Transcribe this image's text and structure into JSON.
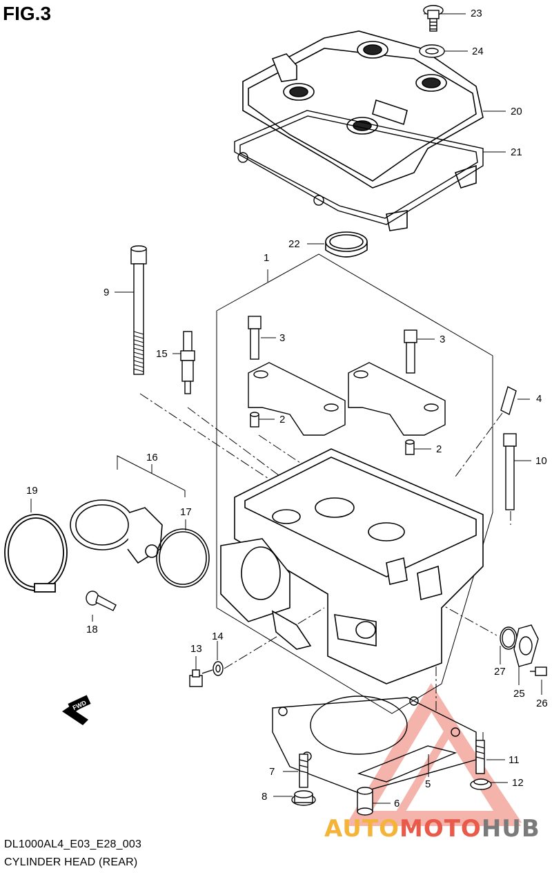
{
  "figure": {
    "title": "FIG.3",
    "diagram_code": "DL1000AL4_E03_E28_003",
    "caption": "CYLINDER HEAD (REAR)",
    "direction_label": "FWD"
  },
  "watermark": {
    "part1": "AUTO",
    "part2": "MOTO",
    "part3": "HUB",
    "color1": "#f4b43a",
    "color2": "#e85a4a",
    "color3": "#7a7a7a"
  },
  "callouts": [
    {
      "id": "c1",
      "label": "1"
    },
    {
      "id": "c2a",
      "label": "2"
    },
    {
      "id": "c2b",
      "label": "2"
    },
    {
      "id": "c3a",
      "label": "3"
    },
    {
      "id": "c3b",
      "label": "3"
    },
    {
      "id": "c4",
      "label": "4"
    },
    {
      "id": "c5",
      "label": "5"
    },
    {
      "id": "c6",
      "label": "6"
    },
    {
      "id": "c7",
      "label": "7"
    },
    {
      "id": "c8",
      "label": "8"
    },
    {
      "id": "c9",
      "label": "9"
    },
    {
      "id": "c10",
      "label": "10"
    },
    {
      "id": "c11",
      "label": "11"
    },
    {
      "id": "c12",
      "label": "12"
    },
    {
      "id": "c13",
      "label": "13"
    },
    {
      "id": "c14",
      "label": "14"
    },
    {
      "id": "c15",
      "label": "15"
    },
    {
      "id": "c16",
      "label": "16"
    },
    {
      "id": "c17",
      "label": "17"
    },
    {
      "id": "c18",
      "label": "18"
    },
    {
      "id": "c19",
      "label": "19"
    },
    {
      "id": "c20",
      "label": "20"
    },
    {
      "id": "c21",
      "label": "21"
    },
    {
      "id": "c22",
      "label": "22"
    },
    {
      "id": "c23",
      "label": "23"
    },
    {
      "id": "c24",
      "label": "24"
    },
    {
      "id": "c25",
      "label": "25"
    },
    {
      "id": "c26",
      "label": "26"
    },
    {
      "id": "c27",
      "label": "27"
    }
  ]
}
